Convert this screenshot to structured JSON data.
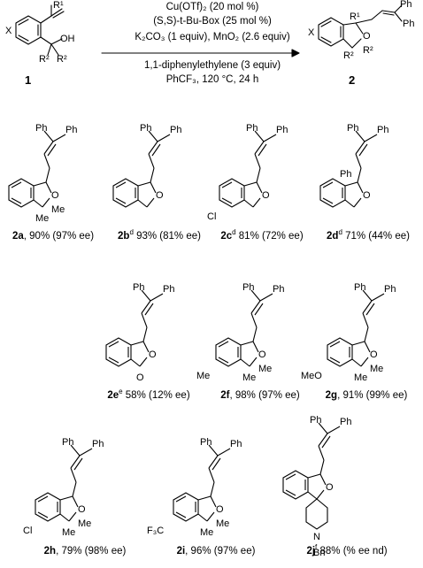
{
  "reaction": {
    "reactant_label": "1",
    "product_label": "2",
    "conditions_above": [
      "Cu(OTf)₂ (20 mol %)",
      "(S,S)-t-Bu-Box (25 mol %)",
      "K₂CO₃ (1 equiv), MnO₂ (2.6 equiv)"
    ],
    "conditions_below": [
      "1,1-diphenylethylene (3 equiv)",
      "PhCF₃, 120 °C, 24 h"
    ],
    "atom_labels": {
      "r1": "R¹",
      "r2": "R²",
      "x": "X",
      "oh": "OH",
      "o": "O"
    }
  },
  "products": [
    {
      "id": "2a",
      "sup": "",
      "text": ", 90% (97% ee)"
    },
    {
      "id": "2b",
      "sup": "d",
      "text": " 93% (81% ee)"
    },
    {
      "id": "2c",
      "sup": "d",
      "text": " 81% (72% ee)"
    },
    {
      "id": "2d",
      "sup": "d",
      "text": " 71% (44% ee)"
    },
    {
      "id": "2e",
      "sup": "e",
      "text": " 58% (12% ee)"
    },
    {
      "id": "2f",
      "sup": "",
      "text": ", 98% (97% ee)"
    },
    {
      "id": "2g",
      "sup": "",
      "text": ", 91% (99% ee)"
    },
    {
      "id": "2h",
      "sup": "",
      "text": ", 79% (98% ee)"
    },
    {
      "id": "2i",
      "sup": "",
      "text": ", 96% (97% ee)"
    },
    {
      "id": "2j",
      "sup": "f",
      "text": " 88% (% ee nd)"
    }
  ],
  "labels": {
    "ph": "Ph",
    "me": "Me",
    "cl": "Cl",
    "meo": "MeO",
    "cf3": "F₃C",
    "n": "N",
    "bn": "Bn",
    "o": "O"
  }
}
